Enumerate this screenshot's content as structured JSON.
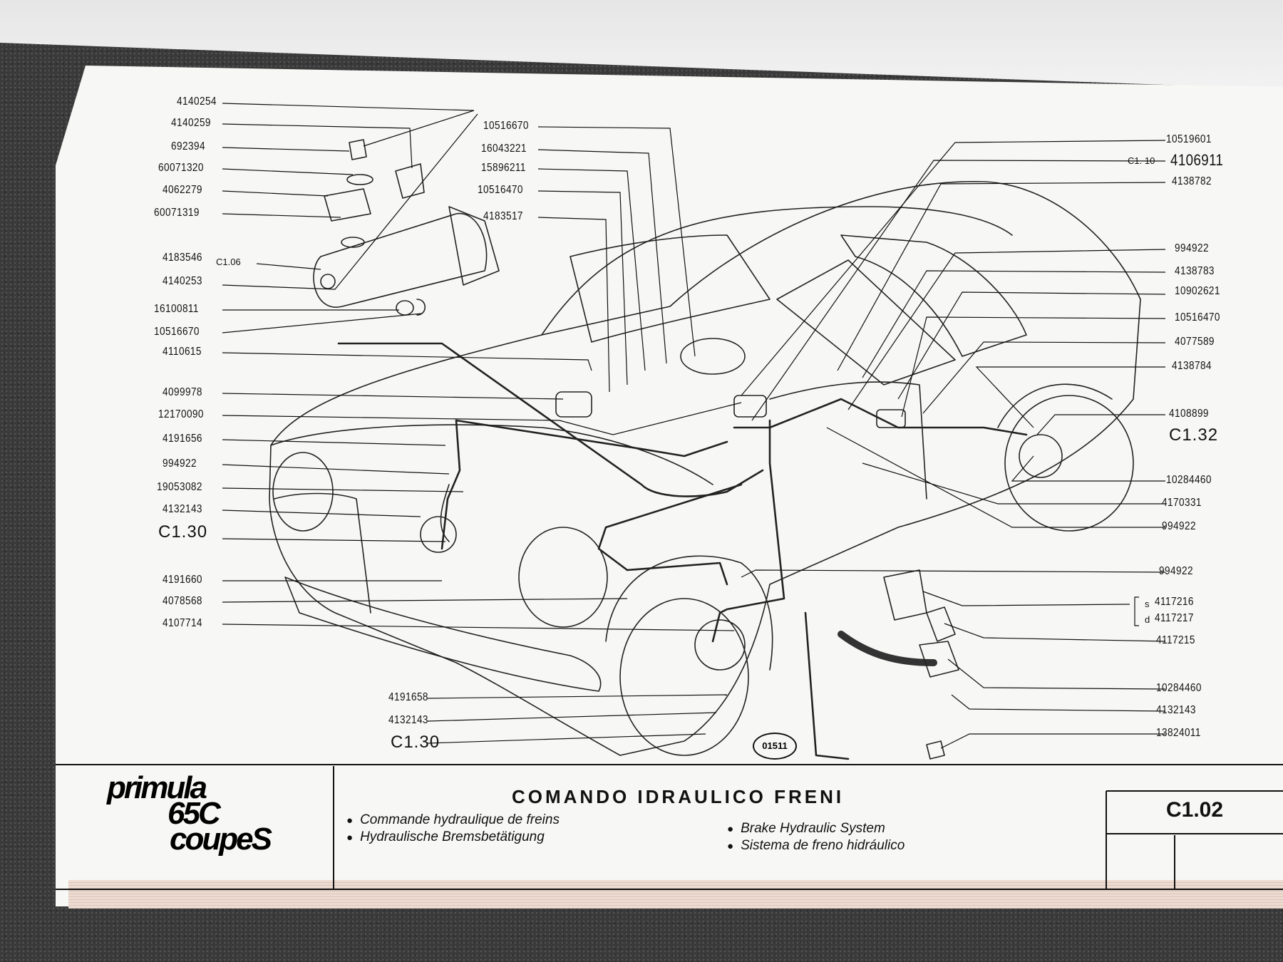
{
  "part_numbers_left": [
    "4140254",
    "4140259",
    "692394",
    "60071320",
    "4062279",
    "60071319",
    "4183546",
    "4140253",
    "16100811",
    "10516670",
    "4110615",
    "4099978",
    "12170090",
    "4191656",
    "994922",
    "19053082",
    "4132143",
    "C1.30",
    "4191660",
    "4078568",
    "4107714"
  ],
  "ref_c106": "C1.06",
  "part_numbers_top_middle": [
    "10516670",
    "16043221",
    "15896211",
    "10516470",
    "4183517"
  ],
  "part_numbers_right": [
    "10519601",
    "4106911",
    "4138782",
    "994922",
    "4138783",
    "10902621",
    "10516470",
    "4077589",
    "4138784",
    "4108899",
    "C1.32",
    "10284460",
    "4170331",
    "994922",
    "994922",
    "4117216",
    "4117217",
    "4117215",
    "10284460",
    "4132143",
    "13824011"
  ],
  "ref_c110": "C1. 10",
  "side_s": "s",
  "side_d": "d",
  "part_numbers_bottom_middle": [
    "4191658",
    "4132143",
    "C1.30"
  ],
  "figure_badge": "01511",
  "logo": {
    "line1": "primula",
    "line2": "65C",
    "line3": "coupeS"
  },
  "title": "COMANDO IDRAULICO FRENI",
  "translations": {
    "fr": "Commande hydraulique de freins",
    "de": "Hydraulische Bremsbetätigung",
    "en": "Brake Hydraulic System",
    "es": "Sistema de freno hidráulico"
  },
  "section_code": "C1.02",
  "colors": {
    "ink": "#111111",
    "paper": "#f7f7f5"
  }
}
